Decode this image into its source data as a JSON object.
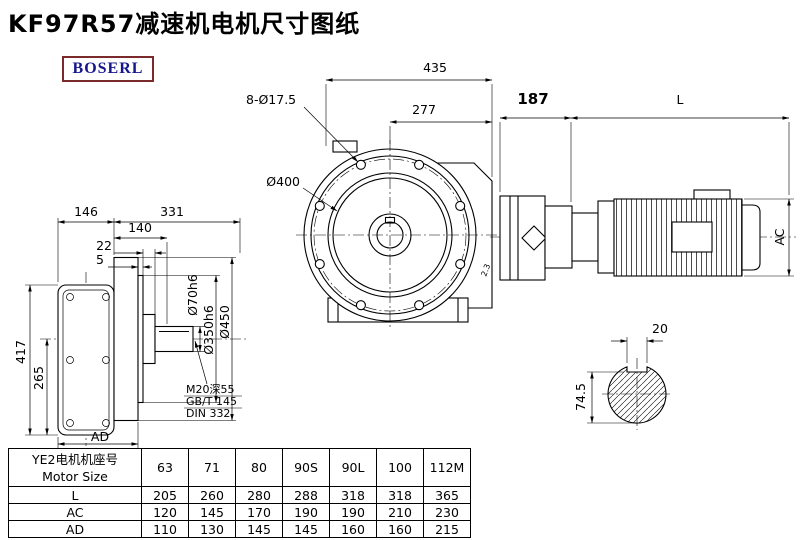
{
  "page": {
    "title": "KF97R57减速机电机尺寸图纸",
    "logo": "BOSERL"
  },
  "front_view": {
    "dim_width": "435",
    "dim_bolt_holes": "8-Ø17.5",
    "dim_offset": "277",
    "dim_bolt_circle": "Ø400",
    "note_small": "2.3"
  },
  "side_view": {
    "dim_adapter": "187",
    "dim_motor_length": "L",
    "dim_motor_diameter": "AC"
  },
  "shaft_section": {
    "dim_key_width": "20",
    "dim_height": "74.5"
  },
  "left_view": {
    "dim_146": "146",
    "dim_331": "331",
    "dim_140": "140",
    "dim_22": "22",
    "dim_5": "5",
    "dim_417": "417",
    "dim_265": "265",
    "dim_ad": "AD",
    "dim_shaft": "Ø70h6",
    "dim_spigot": "Ø350h6",
    "dim_flange": "Ø450",
    "note_tap": "M20深55",
    "note_std1": "GB/T 145",
    "note_std2": "DIN 332"
  },
  "table": {
    "header_line1": "YE2电机机座号",
    "header_line2": "Motor Size",
    "sizes": [
      "63",
      "71",
      "80",
      "90S",
      "90L",
      "100",
      "112M"
    ],
    "rows": [
      {
        "label": "L",
        "values": [
          "205",
          "260",
          "280",
          "288",
          "318",
          "318",
          "365"
        ]
      },
      {
        "label": "AC",
        "values": [
          "120",
          "145",
          "170",
          "190",
          "190",
          "210",
          "230"
        ]
      },
      {
        "label": "AD",
        "values": [
          "110",
          "130",
          "145",
          "145",
          "160",
          "160",
          "215"
        ]
      }
    ]
  }
}
